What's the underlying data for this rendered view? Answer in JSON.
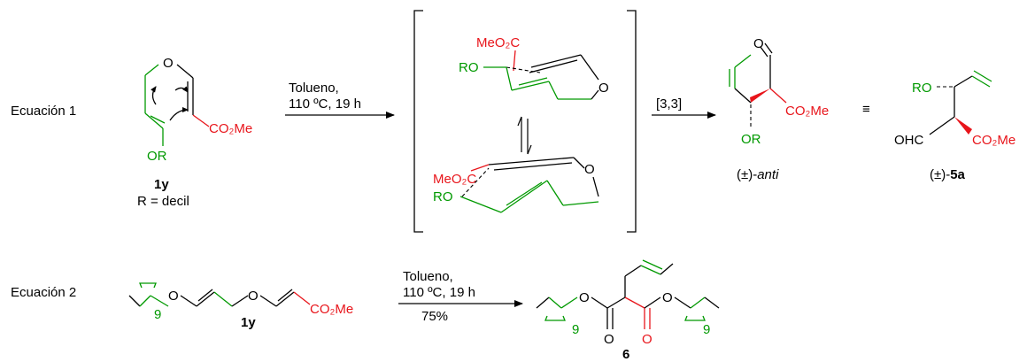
{
  "eq1": {
    "label": "Ecuación 1",
    "sm": {
      "o": "O",
      "ester": "CO₂Me",
      "or": "OR",
      "code": "1y",
      "r_def": "R = decil"
    },
    "arrow1": {
      "solvent": "Tolueno,",
      "conditions": "110 ºC, 19 h"
    },
    "ts_top": {
      "ester": "MeO₂C",
      "ro": "RO",
      "o": "O"
    },
    "ts_bottom": {
      "ester": "MeO₂C",
      "ro": "RO",
      "o": "O"
    },
    "arrow2": {
      "label": "[3,3]"
    },
    "prod_anti": {
      "o": "O",
      "ester": "CO₂Me",
      "or": "OR",
      "label_prefix": "(±)-",
      "label_italic": "anti"
    },
    "equiv": "≡",
    "prod_5a": {
      "ro": "RO",
      "ohc": "OHC",
      "ester": "CO₂Me",
      "label_prefix": "(±)-",
      "label_bold": "5a"
    }
  },
  "eq2": {
    "label": "Ecuación 2",
    "sm": {
      "sub9": "9",
      "o1": "O",
      "o2": "O",
      "ester": "CO₂Me",
      "code": "1y"
    },
    "arrow": {
      "solvent": "Tolueno,",
      "conditions": "110 ºC, 19 h",
      "yield": "75%"
    },
    "product": {
      "sub9_left": "9",
      "o_left": "O",
      "o_right": "O",
      "co_left": "O",
      "co_right": "O",
      "sub9_right": "9",
      "code": "6"
    }
  },
  "colors": {
    "black": "#000000",
    "green": "#009900",
    "red": "#e8151b"
  }
}
